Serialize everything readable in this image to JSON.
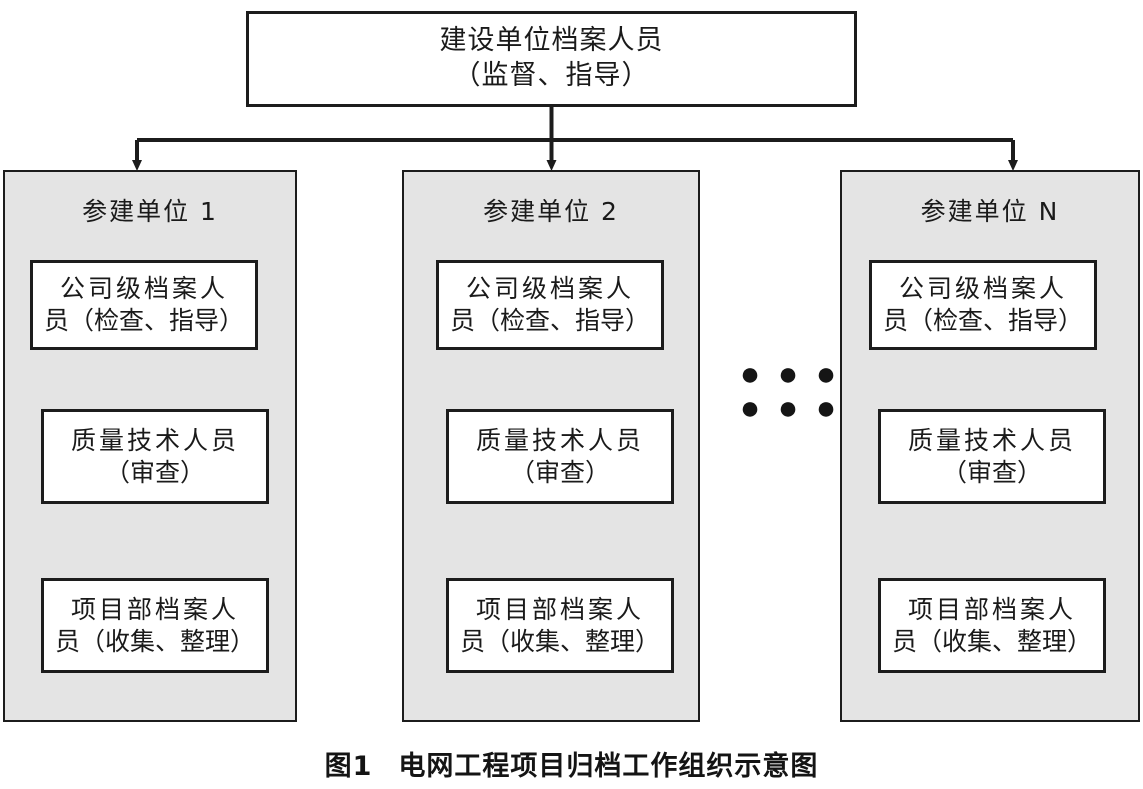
{
  "figure": {
    "caption_number": "图1",
    "caption_text": "电网工程项目归档工作组织示意图"
  },
  "root": {
    "line1": "建设单位档案人员",
    "line2": "（监督、指导）"
  },
  "ellipsis": "● ● ● ● ● ●",
  "node_labels": {
    "company_line1": "公司级档案人",
    "company_line2": "员（检查、指导）",
    "quality_line1": "质量技术人员",
    "quality_line2": "（审查）",
    "project_line1": "项目部档案人",
    "project_line2": "员（收集、整理）"
  },
  "groups": [
    {
      "id": "unit-1",
      "title": "参建单位 1",
      "nodes": [
        {
          "id": "company-archivist-1",
          "line1": "公司级档案人",
          "line2": "员（检查、指导）"
        },
        {
          "id": "quality-technician-1",
          "line1": "质量技术人员",
          "line2": "（审查）"
        },
        {
          "id": "project-archivist-1",
          "line1": "项目部档案人",
          "line2": "员（收集、整理）"
        }
      ]
    },
    {
      "id": "unit-2",
      "title": "参建单位 2",
      "nodes": [
        {
          "id": "company-archivist-2",
          "line1": "公司级档案人",
          "line2": "员（检查、指导）"
        },
        {
          "id": "quality-technician-2",
          "line1": "质量技术人员",
          "line2": "（审查）"
        },
        {
          "id": "project-archivist-2",
          "line1": "项目部档案人",
          "line2": "员（收集、整理）"
        }
      ]
    },
    {
      "id": "unit-n",
      "title": "参建单位 N",
      "nodes": [
        {
          "id": "company-archivist-n",
          "line1": "公司级档案人",
          "line2": "员（检查、指导）"
        },
        {
          "id": "quality-technician-n",
          "line1": "质量技术人员",
          "line2": "（审查）"
        },
        {
          "id": "project-archivist-n",
          "line1": "项目部档案人",
          "line2": "员（收集、整理）"
        }
      ]
    }
  ],
  "colors": {
    "stroke": "#1c1c1c",
    "panel_fill": "#e4e4e4",
    "node_fill": "#ffffff",
    "background": "#ffffff"
  }
}
